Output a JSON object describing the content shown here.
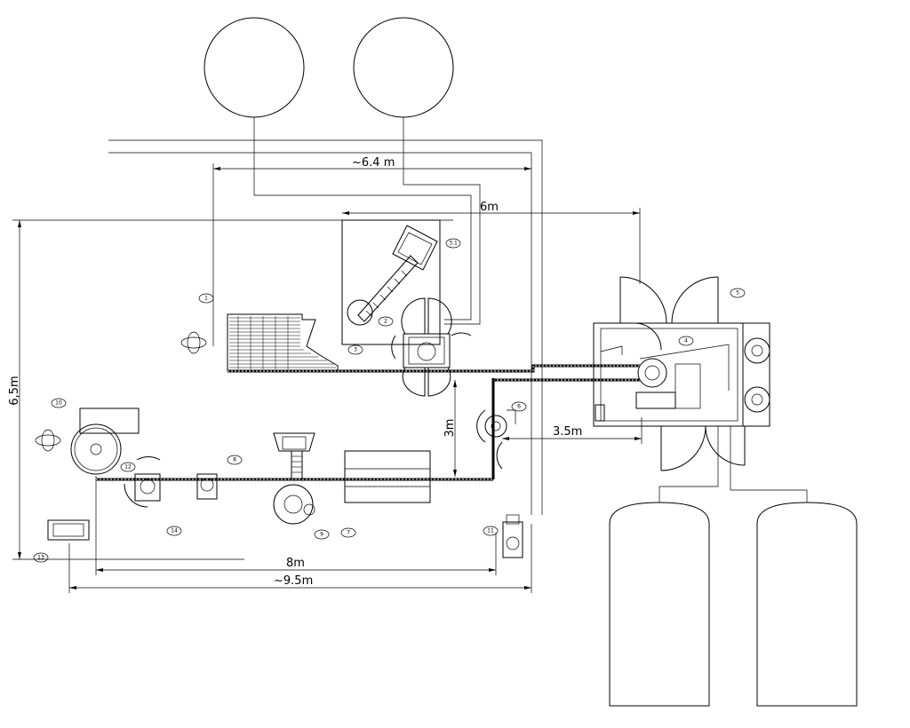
{
  "dimensions": {
    "top_width": "~6.4 m",
    "middle_width": "6m",
    "left_height": "6,5m",
    "vertical_gap": "3m",
    "right_gap": "3.5m",
    "bottom_inner": "8m",
    "bottom_outer": "~9.5m"
  },
  "callouts": [
    "1",
    "2",
    "3",
    "3.1",
    "4",
    "5",
    "6",
    "7",
    "8",
    "9",
    "10",
    "11",
    "12",
    "13",
    "14"
  ],
  "colors": {
    "line": "#000000",
    "background": "#ffffff"
  }
}
